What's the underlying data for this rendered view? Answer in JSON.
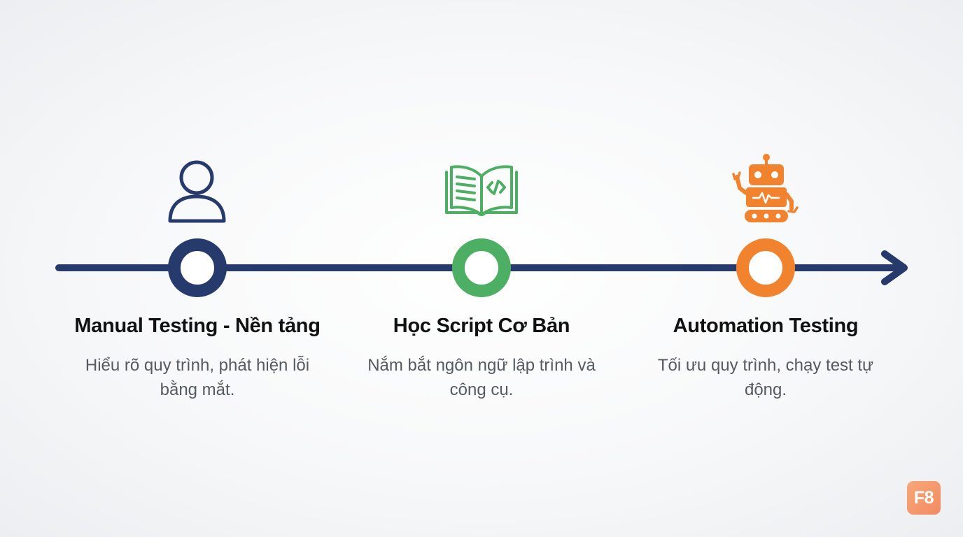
{
  "colors": {
    "navy": "#263a6b",
    "green": "#4caf63",
    "orange": "#f1832f",
    "title": "#111111",
    "description": "#555a60"
  },
  "stages": [
    {
      "icon": "person-icon",
      "title": "Manual Testing - Nền tảng",
      "description": "Hiểu rõ quy trình, phát hiện lỗi bằng mắt."
    },
    {
      "icon": "code-book-icon",
      "title": "Học Script Cơ Bản",
      "description": "Nắm bắt ngôn ngữ lập trình và công cụ."
    },
    {
      "icon": "robot-icon",
      "title": "Automation Testing",
      "description": "Tối ưu quy trình, chạy test tự động."
    }
  ],
  "brand": {
    "label": "F8"
  }
}
